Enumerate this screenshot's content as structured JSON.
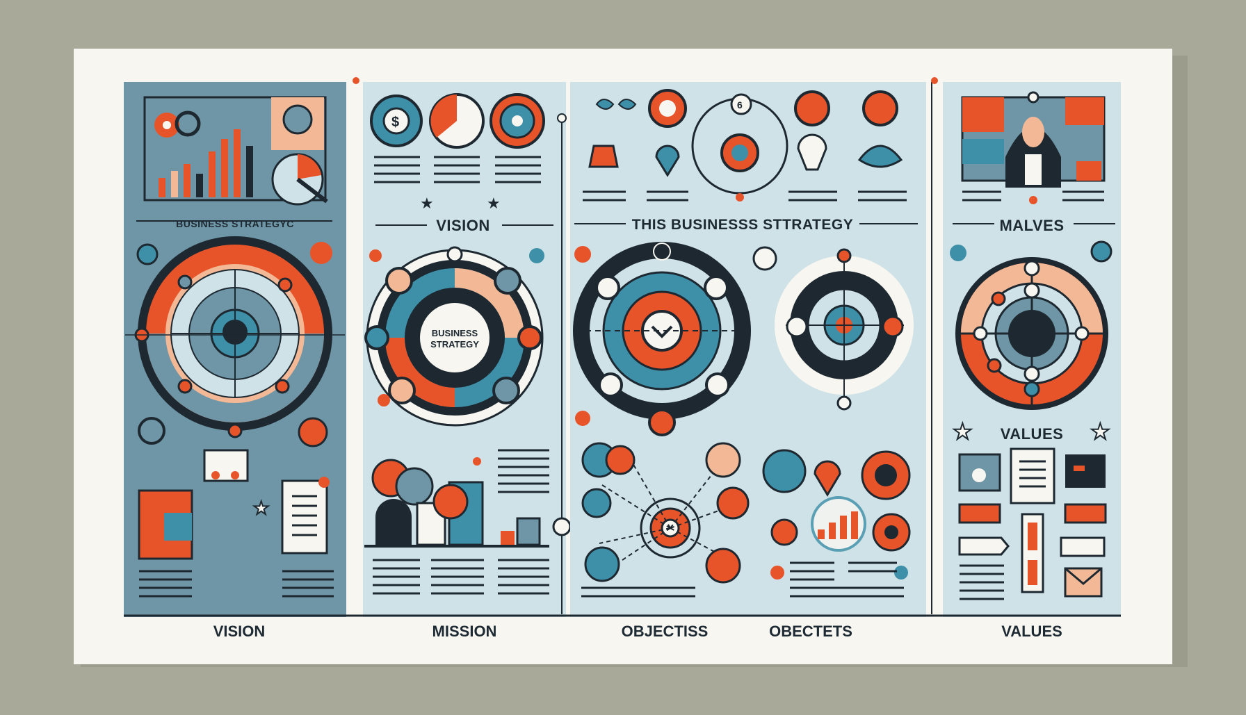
{
  "panels": {
    "p1": {
      "title": "BUSINESS STRATEGYC",
      "ring_center_label": ""
    },
    "p2": {
      "title": "VISION",
      "ring_center_label_1": "BUSINESS",
      "ring_center_label_2": "STRATEGY"
    },
    "p3": {
      "title": "THIS BUSINESSS STTRATEGY"
    },
    "p4": {
      "title": "MALVES",
      "subtitle": "VALUES"
    }
  },
  "footer": {
    "labels": [
      "VISION",
      "MISSION",
      "OBJECTISS",
      "OBECTETS",
      "VALUES"
    ]
  },
  "colors": {
    "orange": "#e8542a",
    "teal": "#3e8fa8",
    "slate": "#6f96a6",
    "light": "#cfe2e7",
    "peach": "#f3b896",
    "dark": "#1d2830",
    "paper": "#f7f6f1"
  }
}
